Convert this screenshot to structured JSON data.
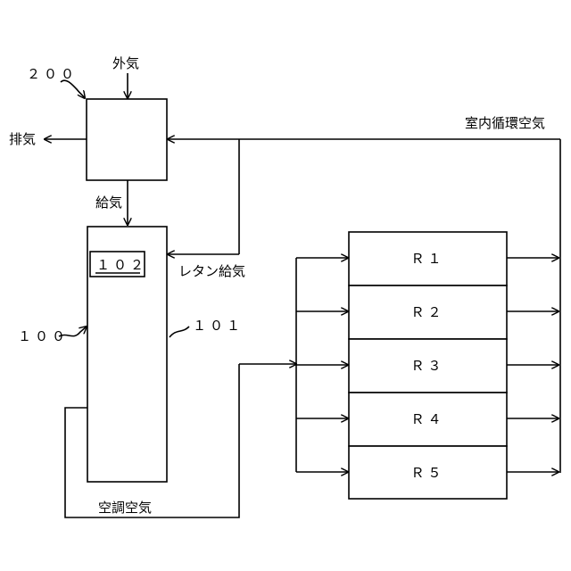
{
  "labels": {
    "outside_air": "外気",
    "exhaust": "排気",
    "supply_air": "給気",
    "return_supply": "レタン給気",
    "indoor_circulation": "室内循環空気",
    "conditioned_air": "空調空気"
  },
  "refs": {
    "unit_200": "２００",
    "unit_100": "１００",
    "part_101": "１０１",
    "part_102": "１０２"
  },
  "rooms": [
    "Ｒ１",
    "Ｒ２",
    "Ｒ３",
    "Ｒ４",
    "Ｒ５"
  ]
}
